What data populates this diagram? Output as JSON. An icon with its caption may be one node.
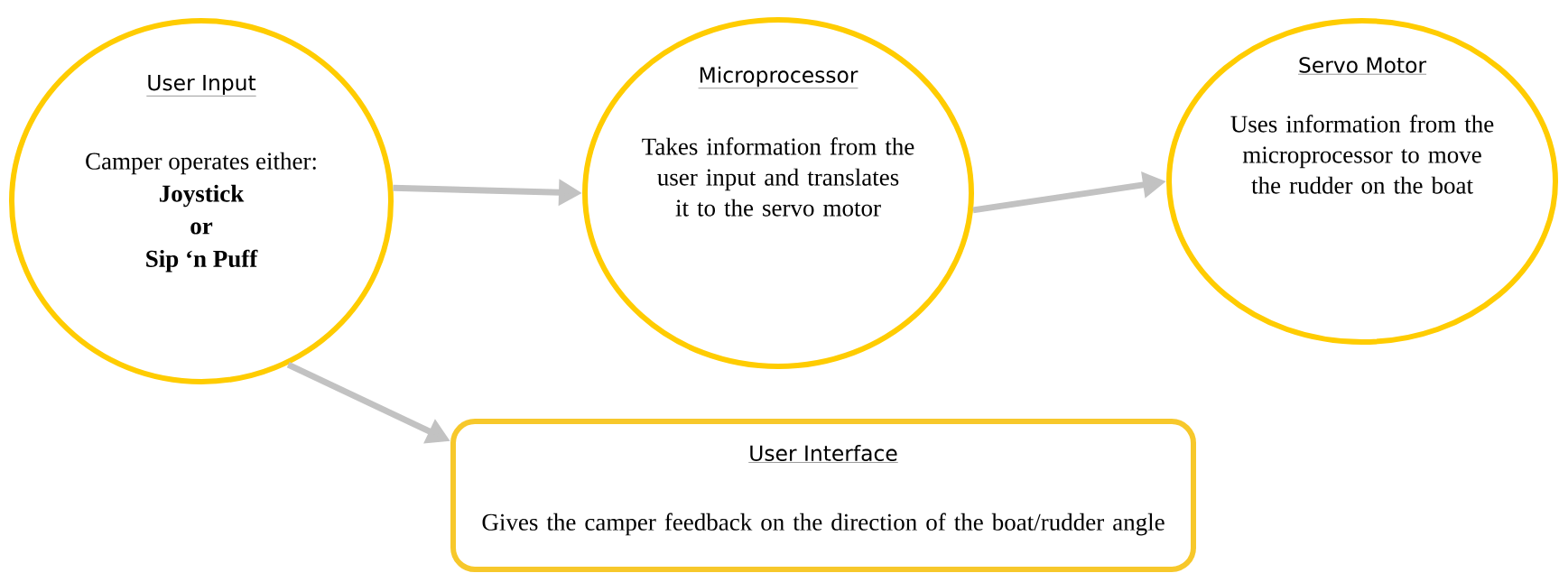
{
  "diagram": {
    "nodes": [
      {
        "text": [
          "User Input",
          "Camper operates either:",
          "Joystick",
          "or",
          "Sip ‘n Puff"
        ]
      },
      {
        "text": [
          "Microprocessor",
          "Takes information from the user input and translates it to the servo motor"
        ]
      },
      {
        "text": [
          "Servo Motor",
          "Uses information from the microprocessor to move the rudder on the boat"
        ]
      },
      {
        "text": [
          "User Interface",
          "Gives the camper feedback on the direction of the boat/rudder angle"
        ]
      }
    ],
    "edges": [
      {
        "from": 0,
        "to": 1,
        "arrow": "to"
      },
      {
        "from": 1,
        "to": 2,
        "arrow": "to"
      },
      {
        "from": 0,
        "to": 3,
        "arrow": "to"
      }
    ]
  }
}
